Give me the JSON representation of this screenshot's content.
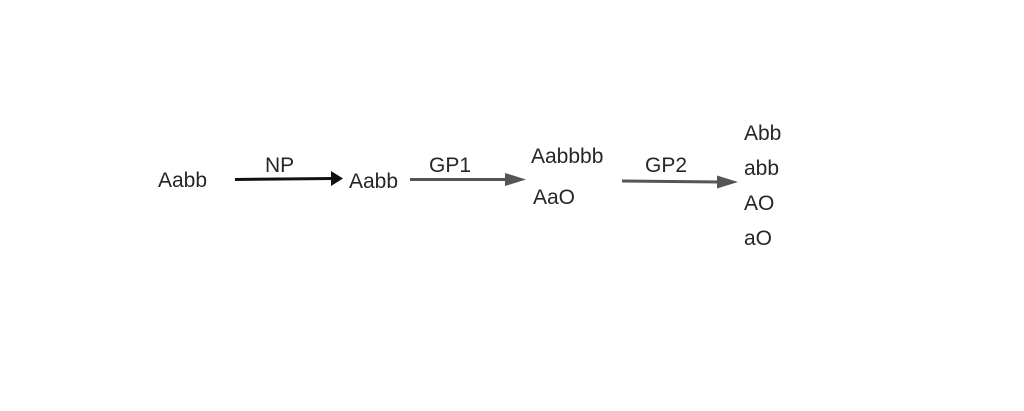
{
  "diagram": {
    "start": "Aabb",
    "step1": {
      "label": "NP",
      "result": "Aabb"
    },
    "step2": {
      "label": "GP1",
      "results": [
        "Aabbbb",
        "AaO"
      ]
    },
    "step3": {
      "label": "GP2",
      "results": [
        "Abb",
        "abb",
        "AO",
        "aO"
      ]
    }
  },
  "colors": {
    "text": "#262626",
    "arrow_np": "#111111",
    "arrow_gp": "#555555"
  }
}
